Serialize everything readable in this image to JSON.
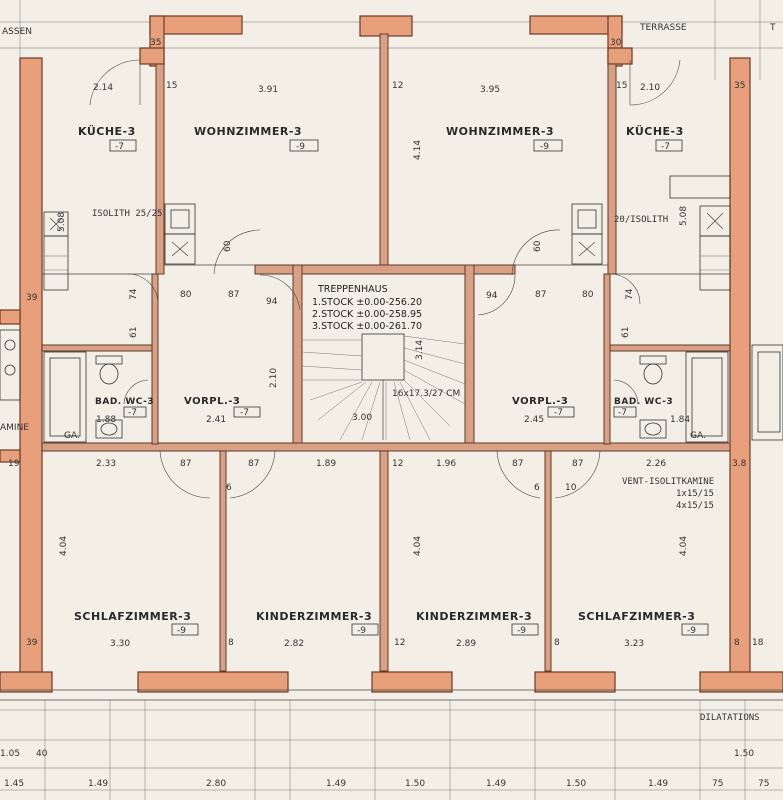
{
  "plan": {
    "top_labels": {
      "left": "ASSEN",
      "right1": "TERRASSE",
      "right2": "T"
    },
    "rooms": [
      {
        "name": "KÜCHE-3",
        "code": "-7"
      },
      {
        "name": "WOHNZIMMER-3",
        "code": "-9"
      },
      {
        "name": "WOHNZIMMER-3",
        "code": "-9"
      },
      {
        "name": "KÜCHE-3",
        "code": "-7"
      },
      {
        "name": "BAD. WC-3",
        "code": "-7"
      },
      {
        "name": "VORPL.-3",
        "code": "-7"
      },
      {
        "name": "VORPL.-3",
        "code": "-7"
      },
      {
        "name": "BAD. WC-3",
        "code": "-7"
      },
      {
        "name": "SCHLAFZIMMER-3",
        "code": "-9"
      },
      {
        "name": "KINDERZIMMER-3",
        "code": "-9"
      },
      {
        "name": "KINDERZIMMER-3",
        "code": "-9"
      },
      {
        "name": "SCHLAFZIMMER-3",
        "code": "-9"
      }
    ],
    "stair": {
      "title": "TREPPENHAUS",
      "lines": [
        "1.STOCK ±0.00-256.20",
        "2.STOCK ±0.00-258.95",
        "3.STOCK ±0.00-261.70"
      ],
      "steps": "16x17.3/27 CM",
      "width": "3.00",
      "depth": "3.14"
    },
    "isolith": [
      "ISOLITH 25/25",
      "20/ISOLITH"
    ],
    "vent": [
      "VENT-ISOLITKAMINE",
      "1x15/15",
      "4x15/15"
    ],
    "dilatation": "DILATATIONS",
    "small_labels": [
      "GA.",
      "GA.",
      "AMINE"
    ],
    "dims": {
      "d_391": "3.91",
      "d_395": "3.95",
      "d_414": "4.14",
      "d_508a": "5.08",
      "d_508b": "5.08",
      "d_233": "2.33",
      "d_189": "1.89",
      "d_196": "1.96",
      "d_226": "2.26",
      "d_330": "3.30",
      "d_282": "2.82",
      "d_289": "2.89",
      "d_323": "3.23",
      "d_404a": "4.04",
      "d_404b": "4.04",
      "d_404c": "4.04",
      "d_241": "2.41",
      "d_245": "2.45",
      "d_188": "1.88",
      "d_184": "1.84",
      "d_210a": "2.10",
      "d_80a": "80",
      "d_87a": "87",
      "d_87b": "87",
      "d_87c": "87",
      "d_87d": "87",
      "d_87e": "87",
      "d_87f": "87",
      "d_80b": "80",
      "d_94a": "94",
      "d_94b": "94",
      "d_74a": "74",
      "d_74b": "74",
      "d_61a": "61",
      "d_61b": "61",
      "d_60a": "60",
      "d_60b": "60",
      "d_214": "2.14",
      "d_210b": "2.10",
      "d_35a": "35",
      "d_35b": "35",
      "d_30": "30",
      "d_39a": "39",
      "d_39b": "39",
      "d_15a": "15",
      "d_15b": "15",
      "d_12a": "12",
      "d_12b": "12",
      "d_12c": "12",
      "d_6a": "6",
      "d_6b": "6",
      "d_10": "10",
      "d_8a": "8",
      "d_8b": "8",
      "d_8c": "8",
      "d_19": "19",
      "d_18": "18",
      "d_38": "3.8"
    },
    "bottom_dims": [
      "1.45",
      "1.49",
      "2.80",
      "1.49",
      "1.50",
      "1.49",
      "1.50",
      "1.49",
      "75",
      "75"
    ],
    "bottom_dims2": {
      "left1": "1.05",
      "left2": "40",
      "right": "1.50"
    }
  }
}
